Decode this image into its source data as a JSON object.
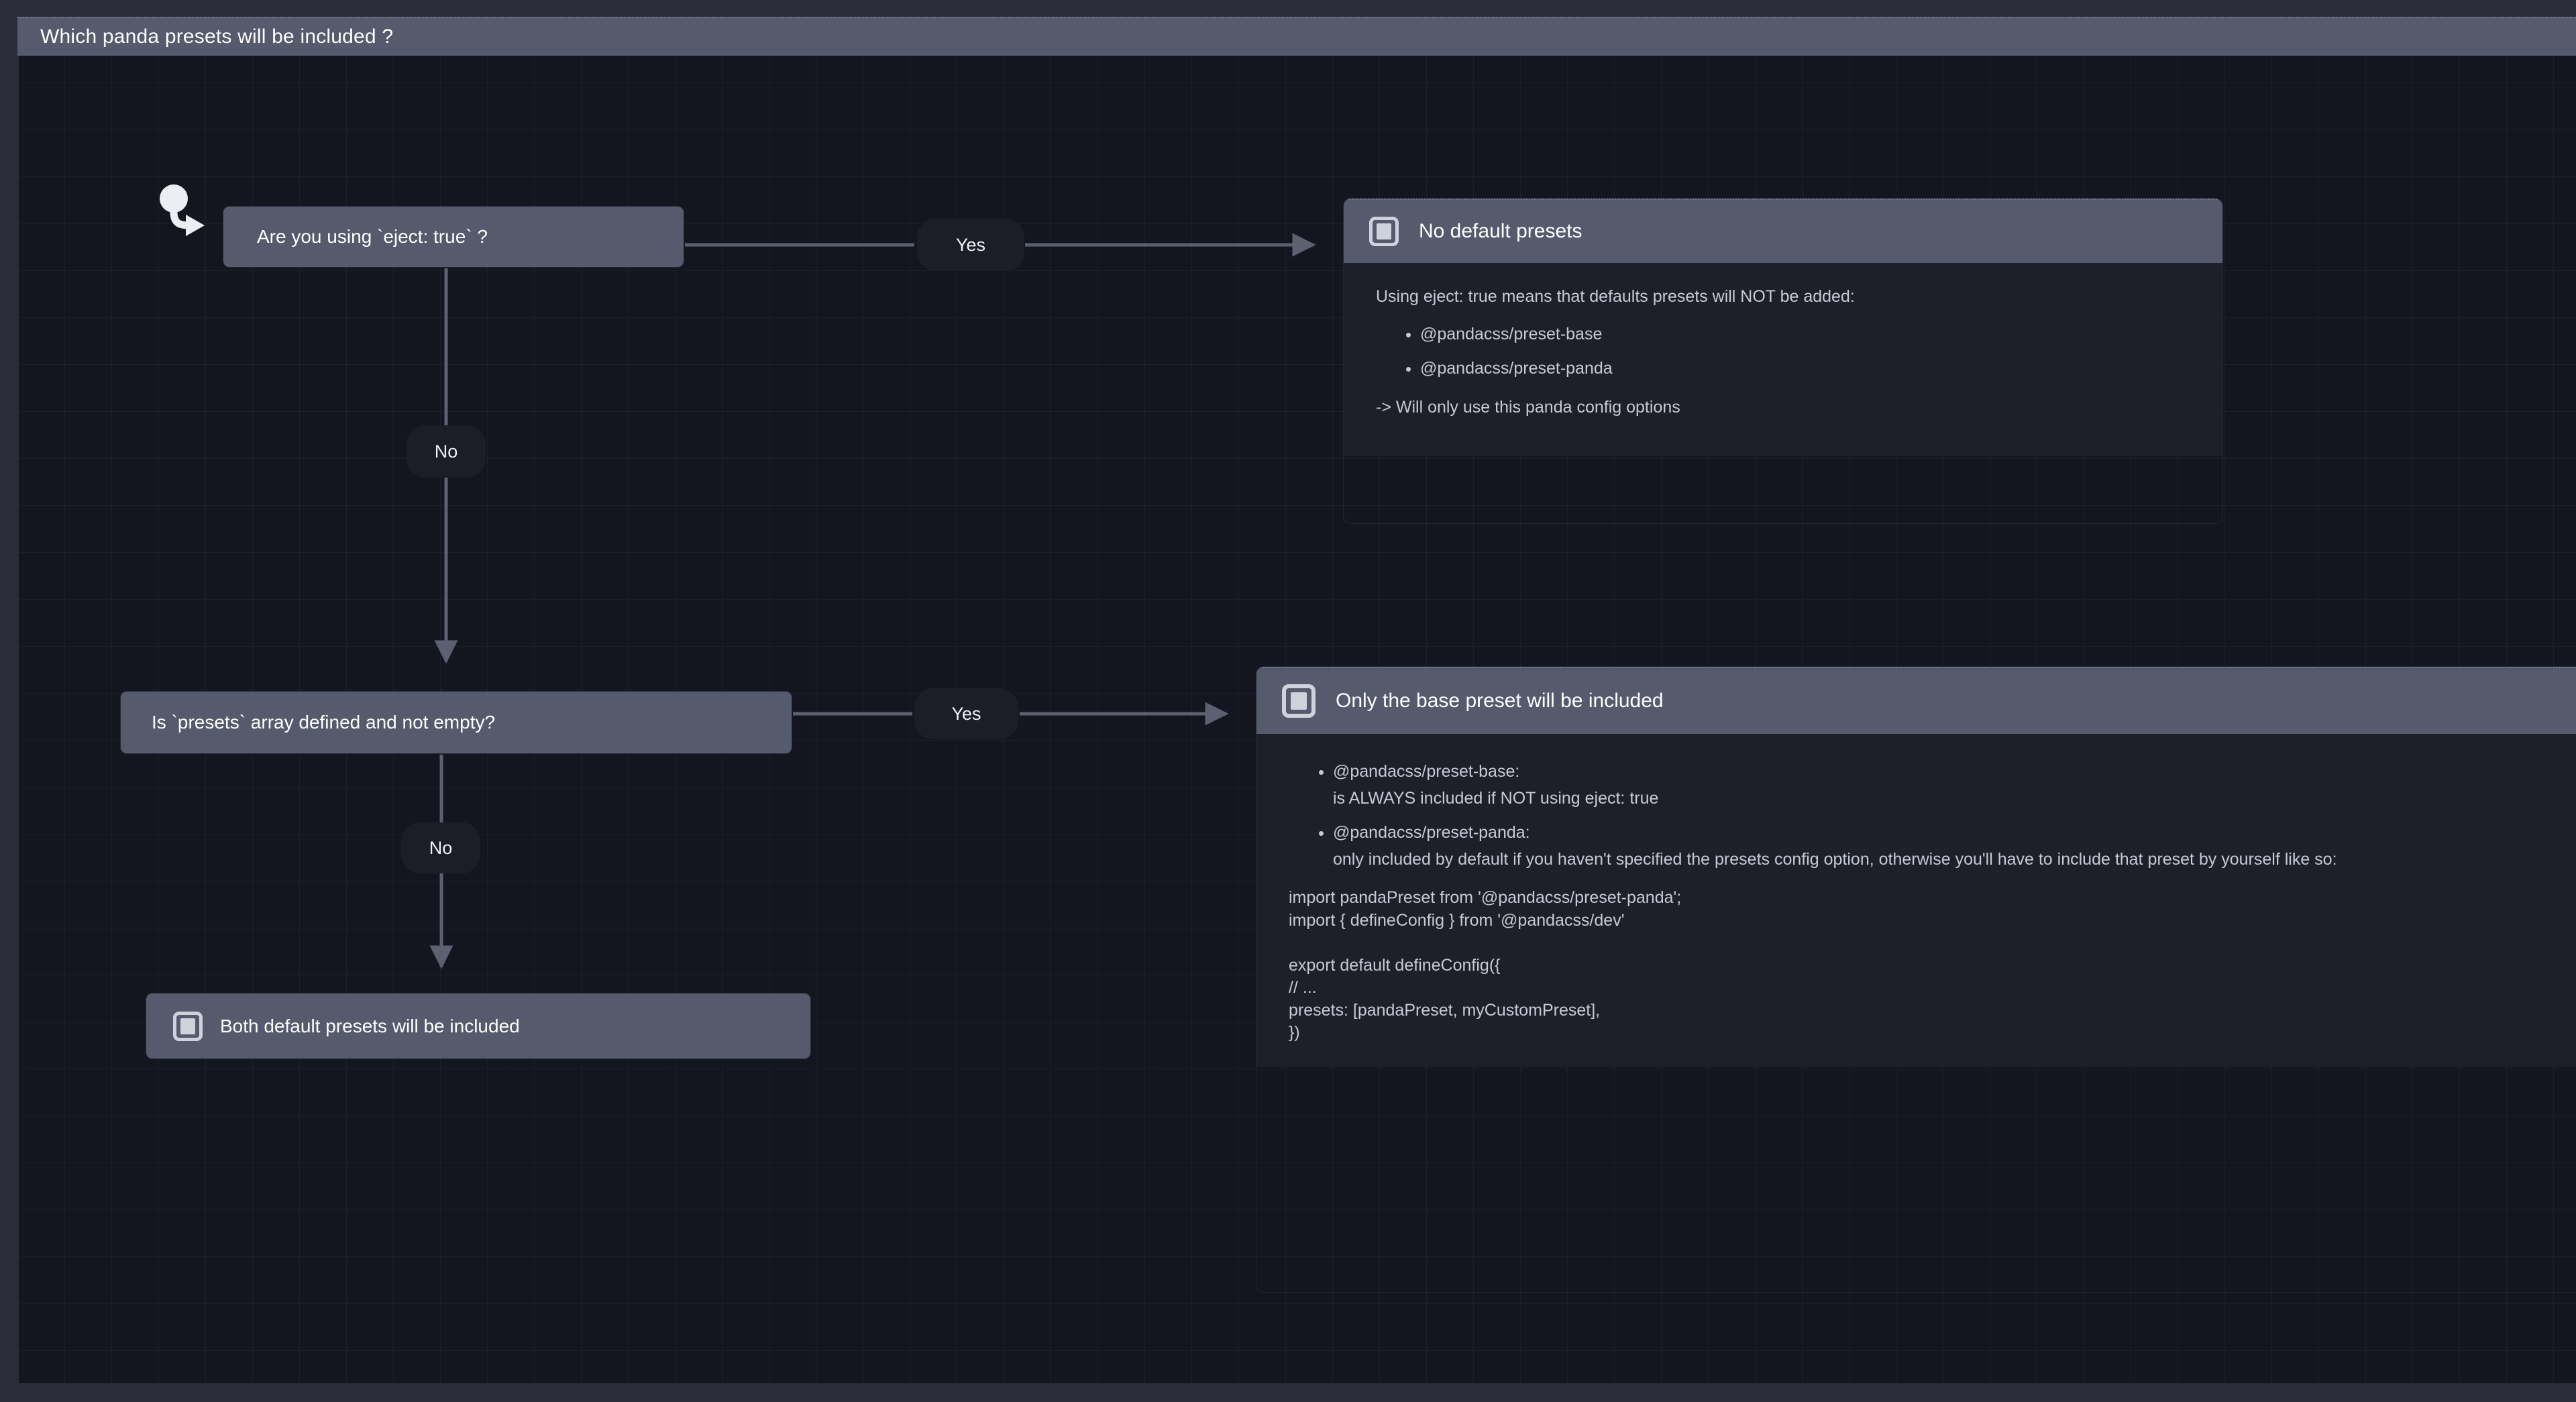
{
  "header": {
    "title": "Which panda presets will be included ?"
  },
  "colors": {
    "canvas_bg": "#14161f",
    "frame_bg": "#2a2c38",
    "node_bg": "#555a6d",
    "panel_body_bg": "#1e2029",
    "edge": "#5d6070",
    "text_primary": "#ffffff",
    "text_body": "#c6cad6",
    "label_pill_bg": "#1b1d27"
  },
  "start_marker": {
    "icon": "start-circle-arrow-icon"
  },
  "nodes": {
    "eject_question": {
      "label": "Are you using `eject: true` ?"
    },
    "presets_question": {
      "label": "Is `presets` array defined  and not empty?"
    },
    "both_presets": {
      "label": "Both default presets will be included",
      "icon": "note-icon"
    }
  },
  "edges": [
    {
      "from": "eject_question",
      "to": "panel_no_default",
      "label": "Yes"
    },
    {
      "from": "eject_question",
      "to": "presets_question",
      "label": "No"
    },
    {
      "from": "presets_question",
      "to": "panel_base_preset",
      "label": "Yes"
    },
    {
      "from": "presets_question",
      "to": "both_presets",
      "label": "No"
    }
  ],
  "edge_labels": {
    "yes1": "Yes",
    "no1": "No",
    "yes2": "Yes",
    "no2": "No"
  },
  "panels": {
    "no_default": {
      "icon": "note-icon",
      "title": "No default presets",
      "intro": "Using eject: true means that defaults presets will NOT be added:",
      "bullets": [
        "@pandacss/preset-base",
        "@pandacss/preset-panda"
      ],
      "outro": "-> Will only use this panda config options"
    },
    "base_preset": {
      "icon": "note-icon",
      "title": "Only the base preset will be included",
      "bullets": [
        {
          "name": "@pandacss/preset-base:",
          "detail": "is ALWAYS included if NOT using eject: true"
        },
        {
          "name": "@pandacss/preset-panda:",
          "detail": "only included by default if you haven't specified the presets config option, otherwise you'll have to include that preset by yourself like so:"
        }
      ],
      "code": "import pandaPreset from '@pandacss/preset-panda';\nimport { defineConfig } from '@pandacss/dev'\n\nexport default defineConfig({\n// ...\npresets: [pandaPreset, myCustomPreset],\n})"
    }
  }
}
